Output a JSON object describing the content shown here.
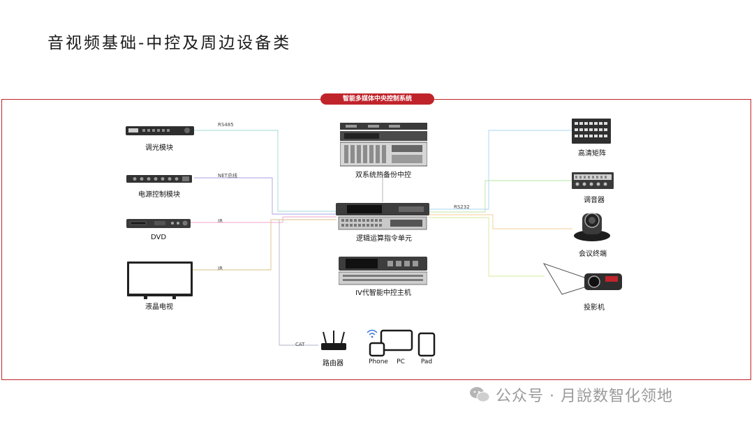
{
  "title": "音视频基础-中控及周边设备类",
  "system_label": "智能多媒体中央控制系统",
  "left_devices": {
    "dimmer": "调光模块",
    "power": "电源控制模块",
    "dvd": "DVD",
    "lcd": "液晶电视"
  },
  "center_devices": {
    "backup": "双系统热备份中控",
    "logic": "逻辑运算指令单元",
    "host": "IV代智能中控主机"
  },
  "right_devices": {
    "matrix": "高清矩阵",
    "mixer": "调音器",
    "conference": "会议终端",
    "projector": "投影机"
  },
  "bottom_devices": {
    "router": "路由器",
    "phone": "Phone",
    "pc": "PC",
    "pad": "Pad"
  },
  "line_tags": {
    "rs485": "RS485",
    "net": "NET总线",
    "ir1": "IR",
    "ir2": "IR",
    "rs232": "RS232",
    "cat": "CAT"
  },
  "watermark": "公众号 · 月說数智化领地",
  "colors": {
    "frame": "#c0242b",
    "pill": "#c0242b",
    "watermark": "#9a9a9a"
  }
}
